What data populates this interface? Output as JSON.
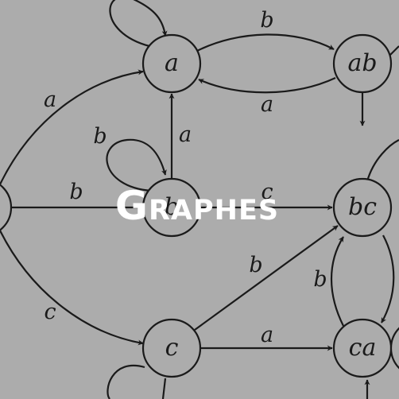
{
  "title": "Graphes",
  "nodes": {
    "a": "a",
    "ab": "ab",
    "b": "b",
    "bc": "bc",
    "c": "c",
    "ca": "ca"
  },
  "edge_labels": {
    "a_to_ab": "b",
    "ab_to_a": "a",
    "start_to_a": "a",
    "b_to_a": "a",
    "b_self": "b",
    "start_to_b": "b",
    "b_to_bc": "c",
    "start_to_c": "c",
    "c_to_bc": "b",
    "c_to_ca": "a",
    "ca_to_bc": "b"
  }
}
